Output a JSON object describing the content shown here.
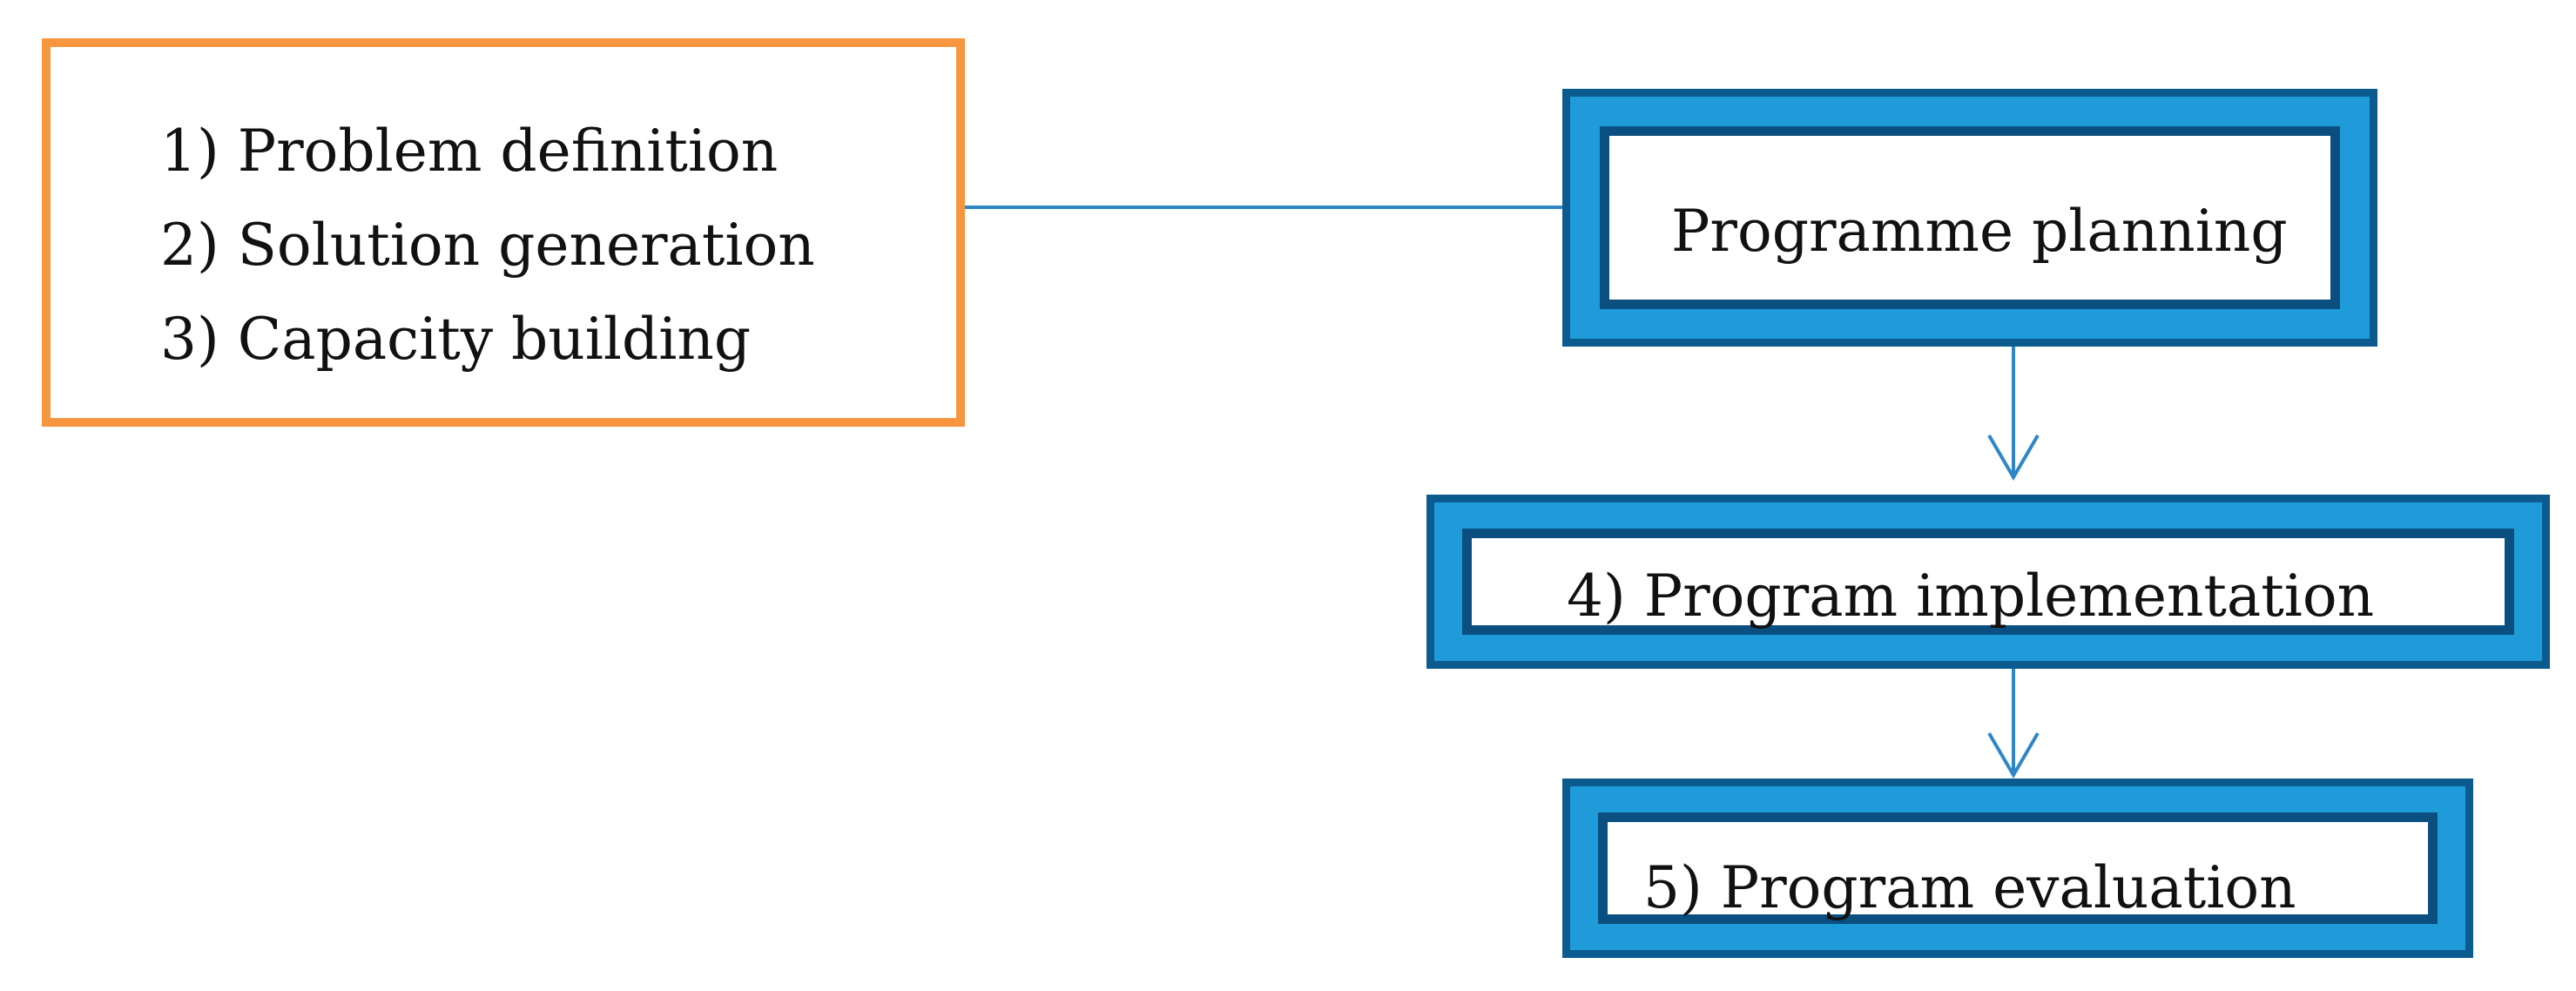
{
  "diagram": {
    "left_box": {
      "lines": [
        "1) Problem definition",
        "2) Solution generation",
        "3) Capacity building"
      ]
    },
    "nodes": {
      "planning": "Programme planning",
      "implementation": "4) Program implementation",
      "evaluation": "5) Program evaluation"
    },
    "edges": [
      {
        "from": "left_box",
        "to": "planning",
        "type": "line"
      },
      {
        "from": "planning",
        "to": "implementation",
        "type": "arrow"
      },
      {
        "from": "implementation",
        "to": "evaluation",
        "type": "arrow"
      }
    ],
    "colors": {
      "orange_border": "#F7963F",
      "blue_fill": "#1F9BD9",
      "blue_dark": "#0B5B8E",
      "connector": "#2E86C8"
    }
  }
}
